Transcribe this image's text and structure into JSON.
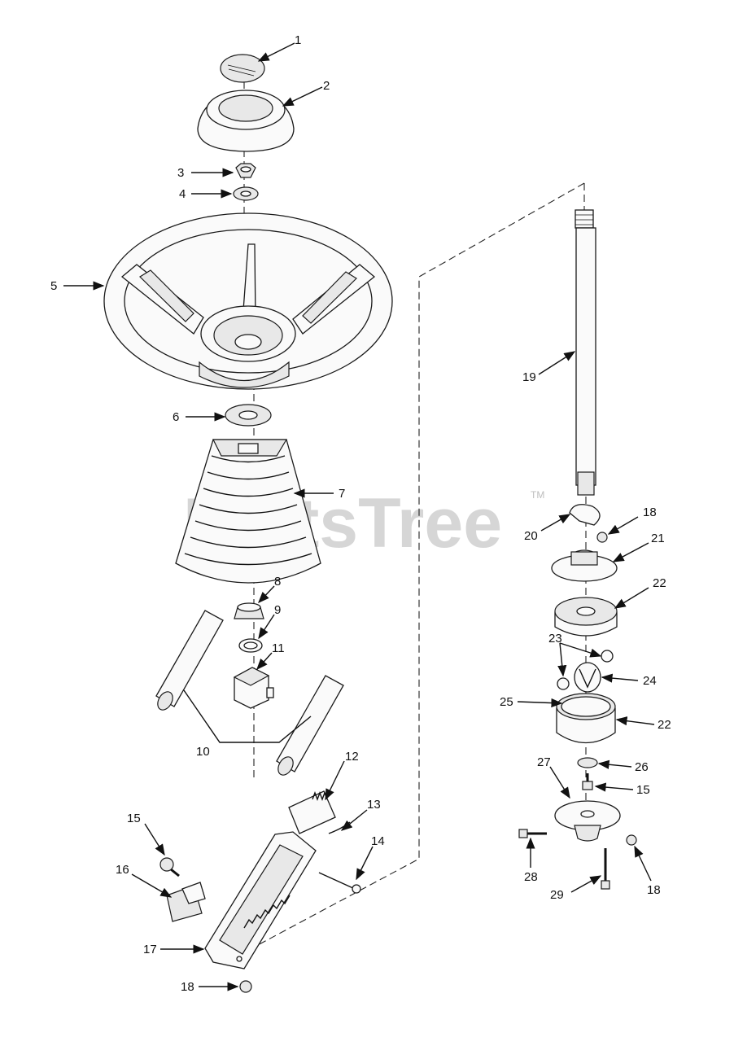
{
  "watermark": {
    "text": "PartsTree",
    "tm": "TM"
  },
  "callouts": [
    {
      "id": "c1",
      "text": "1"
    },
    {
      "id": "c2",
      "text": "2"
    },
    {
      "id": "c3",
      "text": "3"
    },
    {
      "id": "c4",
      "text": "4"
    },
    {
      "id": "c5",
      "text": "5"
    },
    {
      "id": "c6",
      "text": "6"
    },
    {
      "id": "c7",
      "text": "7"
    },
    {
      "id": "c8",
      "text": "8"
    },
    {
      "id": "c9",
      "text": "9"
    },
    {
      "id": "c10",
      "text": "10"
    },
    {
      "id": "c11",
      "text": "11"
    },
    {
      "id": "c12",
      "text": "12"
    },
    {
      "id": "c13",
      "text": "13"
    },
    {
      "id": "c14",
      "text": "14"
    },
    {
      "id": "c15a",
      "text": "15"
    },
    {
      "id": "c16",
      "text": "16"
    },
    {
      "id": "c17",
      "text": "17"
    },
    {
      "id": "c18a",
      "text": "18"
    },
    {
      "id": "c19",
      "text": "19"
    },
    {
      "id": "c20",
      "text": "20"
    },
    {
      "id": "c18b",
      "text": "18"
    },
    {
      "id": "c21",
      "text": "21"
    },
    {
      "id": "c22a",
      "text": "22"
    },
    {
      "id": "c23",
      "text": "23"
    },
    {
      "id": "c24",
      "text": "24"
    },
    {
      "id": "c25",
      "text": "25"
    },
    {
      "id": "c22b",
      "text": "22"
    },
    {
      "id": "c27",
      "text": "27"
    },
    {
      "id": "c26",
      "text": "26"
    },
    {
      "id": "c15b",
      "text": "15"
    },
    {
      "id": "c28",
      "text": "28"
    },
    {
      "id": "c29",
      "text": "29"
    },
    {
      "id": "c18c",
      "text": "18"
    }
  ]
}
